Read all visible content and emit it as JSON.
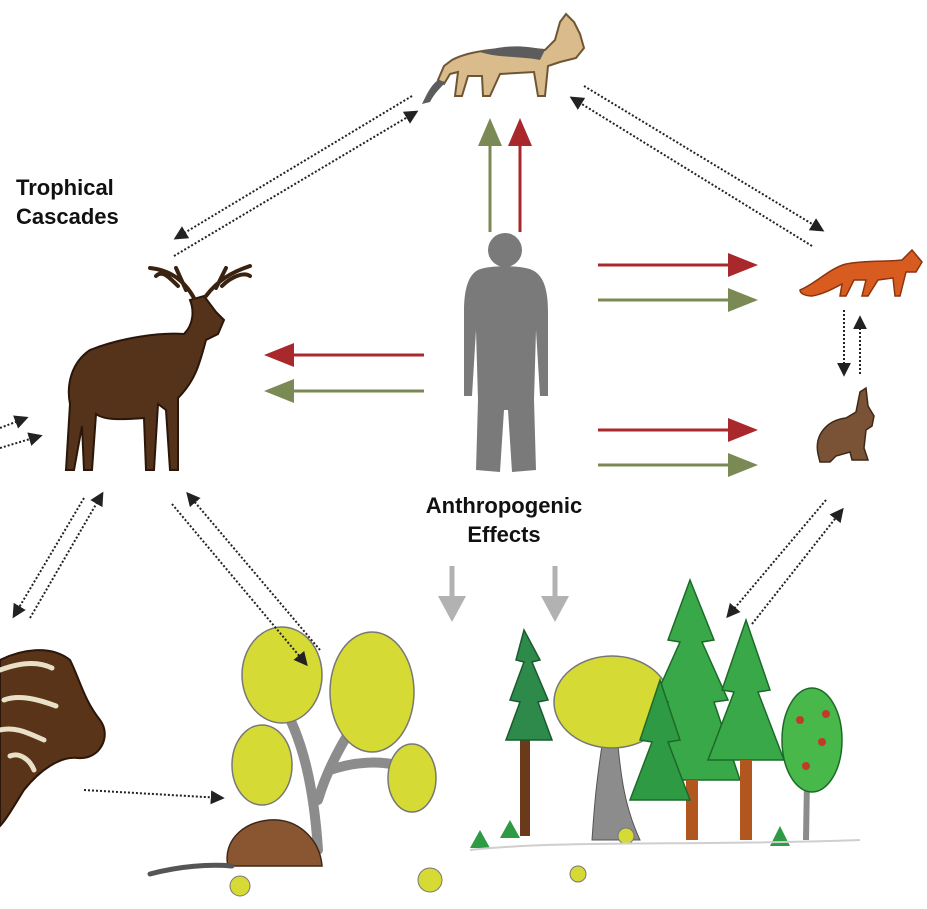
{
  "labels": {
    "trophic_cascades": [
      "Trophical",
      "Cascades"
    ],
    "anthropogenic_effects": [
      "Anthropogenic",
      "Effects"
    ]
  },
  "nodes": [
    "wolf",
    "fox",
    "hare",
    "red-deer",
    "human",
    "carcass",
    "beaver-and-deciduous-tree",
    "mixed-forest"
  ],
  "colors": {
    "red_arrow": "#a8282c",
    "green_arrow": "#7b8a55",
    "grey_arrow": "#b2b2b2",
    "dotted_arrow": "#222222",
    "human": "#7a7a7a",
    "deer": "#5a3618",
    "conifer": "#2f9a4a",
    "deciduous": "#d6da35"
  }
}
